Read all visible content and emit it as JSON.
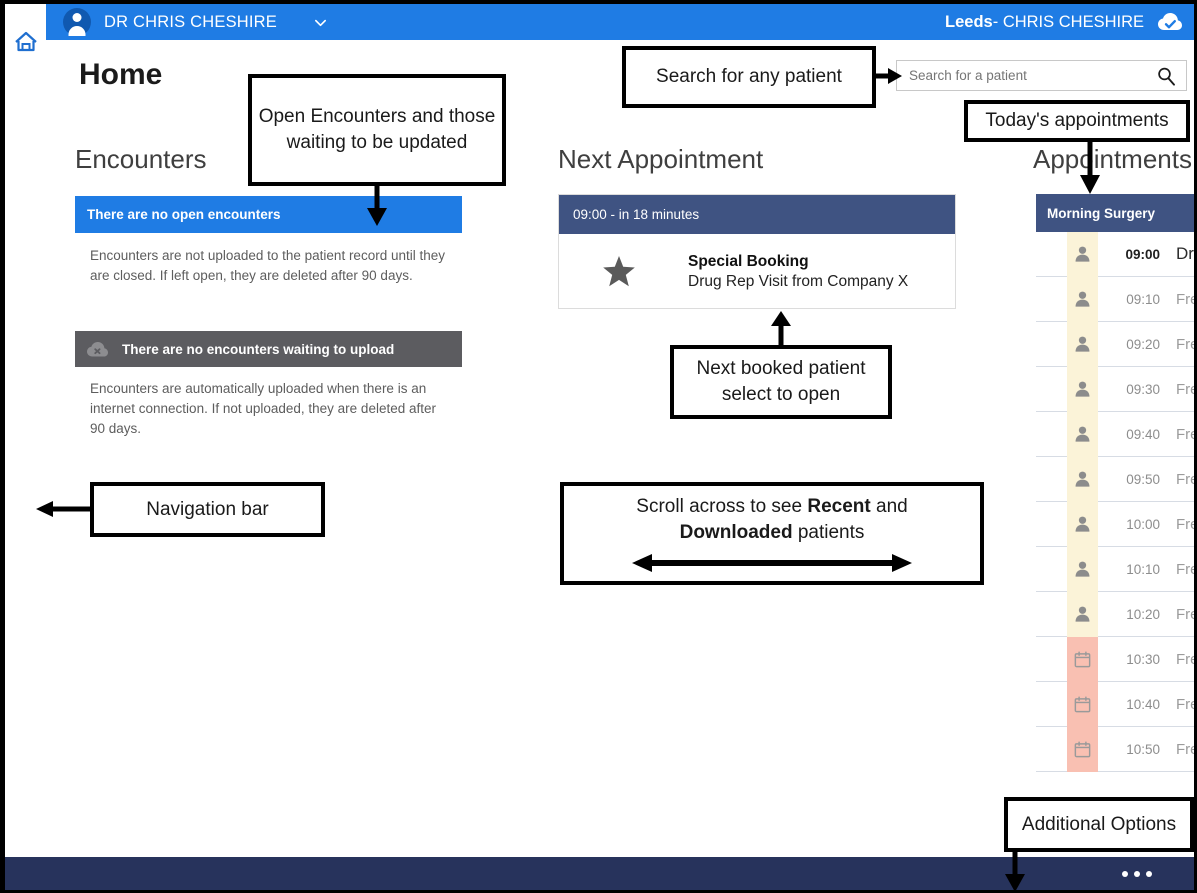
{
  "appbar": {
    "user_name": "DR CHRIS CHESHIRE",
    "chevron_icon": "chevron-down-icon",
    "avatar_icon": "user-avatar-icon",
    "site": "Leeds",
    "site_user": " - CHRIS CHESHIRE",
    "cloud_icon": "cloud-check-icon"
  },
  "nav": {
    "home_icon": "home-icon"
  },
  "page": {
    "title": "Home"
  },
  "search": {
    "placeholder": "Search for a patient",
    "value": "",
    "icon": "search-icon"
  },
  "encounters": {
    "title": "Encounters",
    "open_banner": "There are no open encounters",
    "open_note": "Encounters are not uploaded to the patient record until they are closed. If left open, they are deleted after 90 days.",
    "upload_banner": "There are no encounters waiting to upload",
    "upload_icon": "cloud-x-icon",
    "upload_note": "Encounters are automatically uploaded when there is an internet connection. If not uploaded, they are deleted after 90 days."
  },
  "next_appointment": {
    "title": "Next Appointment",
    "time_label": "09:00 - in 18 minutes",
    "star_icon": "star-icon",
    "name": "Special Booking",
    "detail": "Drug Rep Visit from Company X"
  },
  "appointments": {
    "title": "Appointments",
    "session_label": "Morning Surgery",
    "rows": [
      {
        "icon": "person-icon",
        "time": "09:00",
        "desc": "Drug Rep Visit from Company X"
      },
      {
        "icon": "person-icon",
        "time": "09:10",
        "desc": "Free"
      },
      {
        "icon": "person-icon",
        "time": "09:20",
        "desc": "Free"
      },
      {
        "icon": "person-icon",
        "time": "09:30",
        "desc": "Free"
      },
      {
        "icon": "person-icon",
        "time": "09:40",
        "desc": "Free"
      },
      {
        "icon": "person-icon",
        "time": "09:50",
        "desc": "Free"
      },
      {
        "icon": "person-icon",
        "time": "10:00",
        "desc": "Free"
      },
      {
        "icon": "person-icon",
        "time": "10:10",
        "desc": "Free"
      },
      {
        "icon": "person-icon",
        "time": "10:20",
        "desc": "Free"
      },
      {
        "icon": "calendar-icon",
        "time": "10:30",
        "desc": "Free"
      },
      {
        "icon": "calendar-icon",
        "time": "10:40",
        "desc": "Free"
      },
      {
        "icon": "calendar-icon",
        "time": "10:50",
        "desc": "Free"
      }
    ]
  },
  "bottombar": {
    "more_icon": "more-options-icon"
  },
  "annotations": {
    "encounters": "Open Encounters and those waiting to be updated",
    "search": "Search for any patient",
    "today": "Today's appointments",
    "next_patient": "Next booked patient select to open",
    "nav_bar": "Navigation bar",
    "scroll_1": "Scroll across to see ",
    "scroll_bold_1": "Recent",
    "scroll_2": " and ",
    "scroll_bold_2": "Downloaded",
    "scroll_3": " patients",
    "additional_options": "Additional Options"
  },
  "colors": {
    "accent_blue": "#1F7CE4",
    "dark_slate": "#3F5382",
    "grey_bar": "#5C5C60",
    "bottom_bar": "#27335C",
    "person_row": "#FBF3D8",
    "calendar_row": "#F9C0B2"
  }
}
